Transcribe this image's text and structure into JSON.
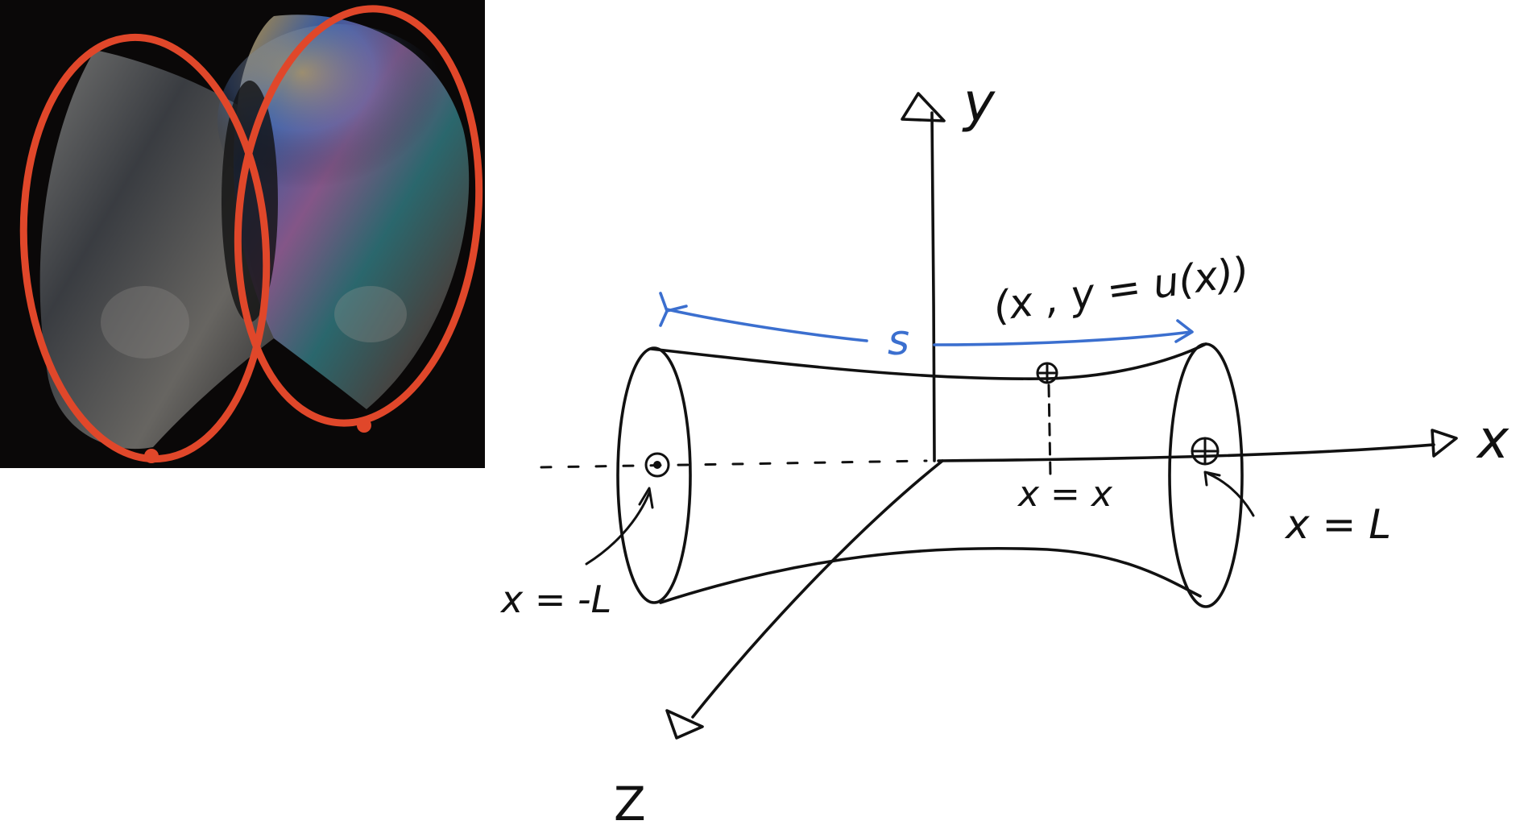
{
  "photo": {
    "subject": "soap film stretched between two rings",
    "ring_color": "#e0472a",
    "background_color": "#0a0808"
  },
  "sketch": {
    "ink_color": "#111111",
    "accent_color": "#3b6fcf",
    "axis_labels": {
      "y": "y",
      "x": "x",
      "z": "Z"
    },
    "point_label": "(x , y = u(x))",
    "arc_label": "s",
    "left_end_label": "x = -L",
    "mid_label": "x = x",
    "right_end_label": "x = L"
  }
}
